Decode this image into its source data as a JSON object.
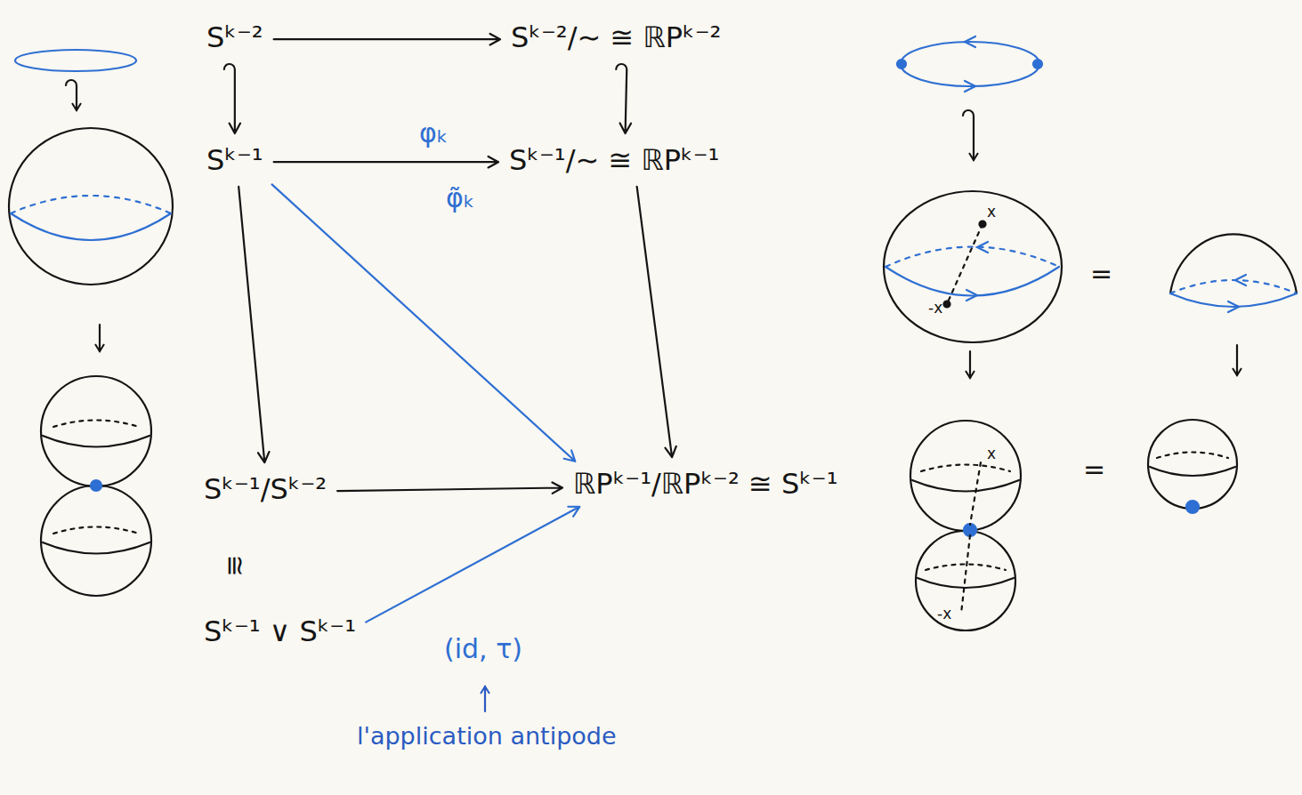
{
  "diagram": {
    "nodes": [
      {
        "text": [
          "Sᵏ⁻²"
        ]
      },
      {
        "text": [
          "Sᵏ⁻²/∼ ≅ ℝPᵏ⁻²"
        ]
      },
      {
        "text": [
          "Sᵏ⁻¹"
        ]
      },
      {
        "text": [
          "Sᵏ⁻¹/∼ ≅ ℝPᵏ⁻¹"
        ]
      },
      {
        "text": [
          "Sᵏ⁻¹/Sᵏ⁻²"
        ]
      },
      {
        "text": [
          "ℝPᵏ⁻¹/ℝPᵏ⁻² ≅ Sᵏ⁻¹"
        ]
      },
      {
        "text": [
          "Sᵏ⁻¹ ∨ Sᵏ⁻¹"
        ]
      }
    ],
    "edges": [
      {
        "from": 0,
        "to": 1,
        "arrow": "to"
      },
      {
        "from": 0,
        "to": 2,
        "arrow": "to"
      },
      {
        "from": 1,
        "to": 3,
        "arrow": "to"
      },
      {
        "from": 2,
        "to": 3,
        "arrow": "to",
        "label": "φₖ"
      },
      {
        "from": 2,
        "to": 4,
        "arrow": "to"
      },
      {
        "from": 3,
        "to": 5,
        "arrow": "to"
      },
      {
        "from": 2,
        "to": 5,
        "arrow": "to",
        "label": "φ̃ₖ"
      },
      {
        "from": 4,
        "to": 5,
        "arrow": "to"
      },
      {
        "from": 6,
        "to": 5,
        "arrow": "to",
        "label": "(id, τ)"
      }
    ],
    "labels": [
      "≅",
      "l'application antipode",
      "x",
      "-x",
      "=",
      "x",
      "-x",
      "="
    ]
  }
}
